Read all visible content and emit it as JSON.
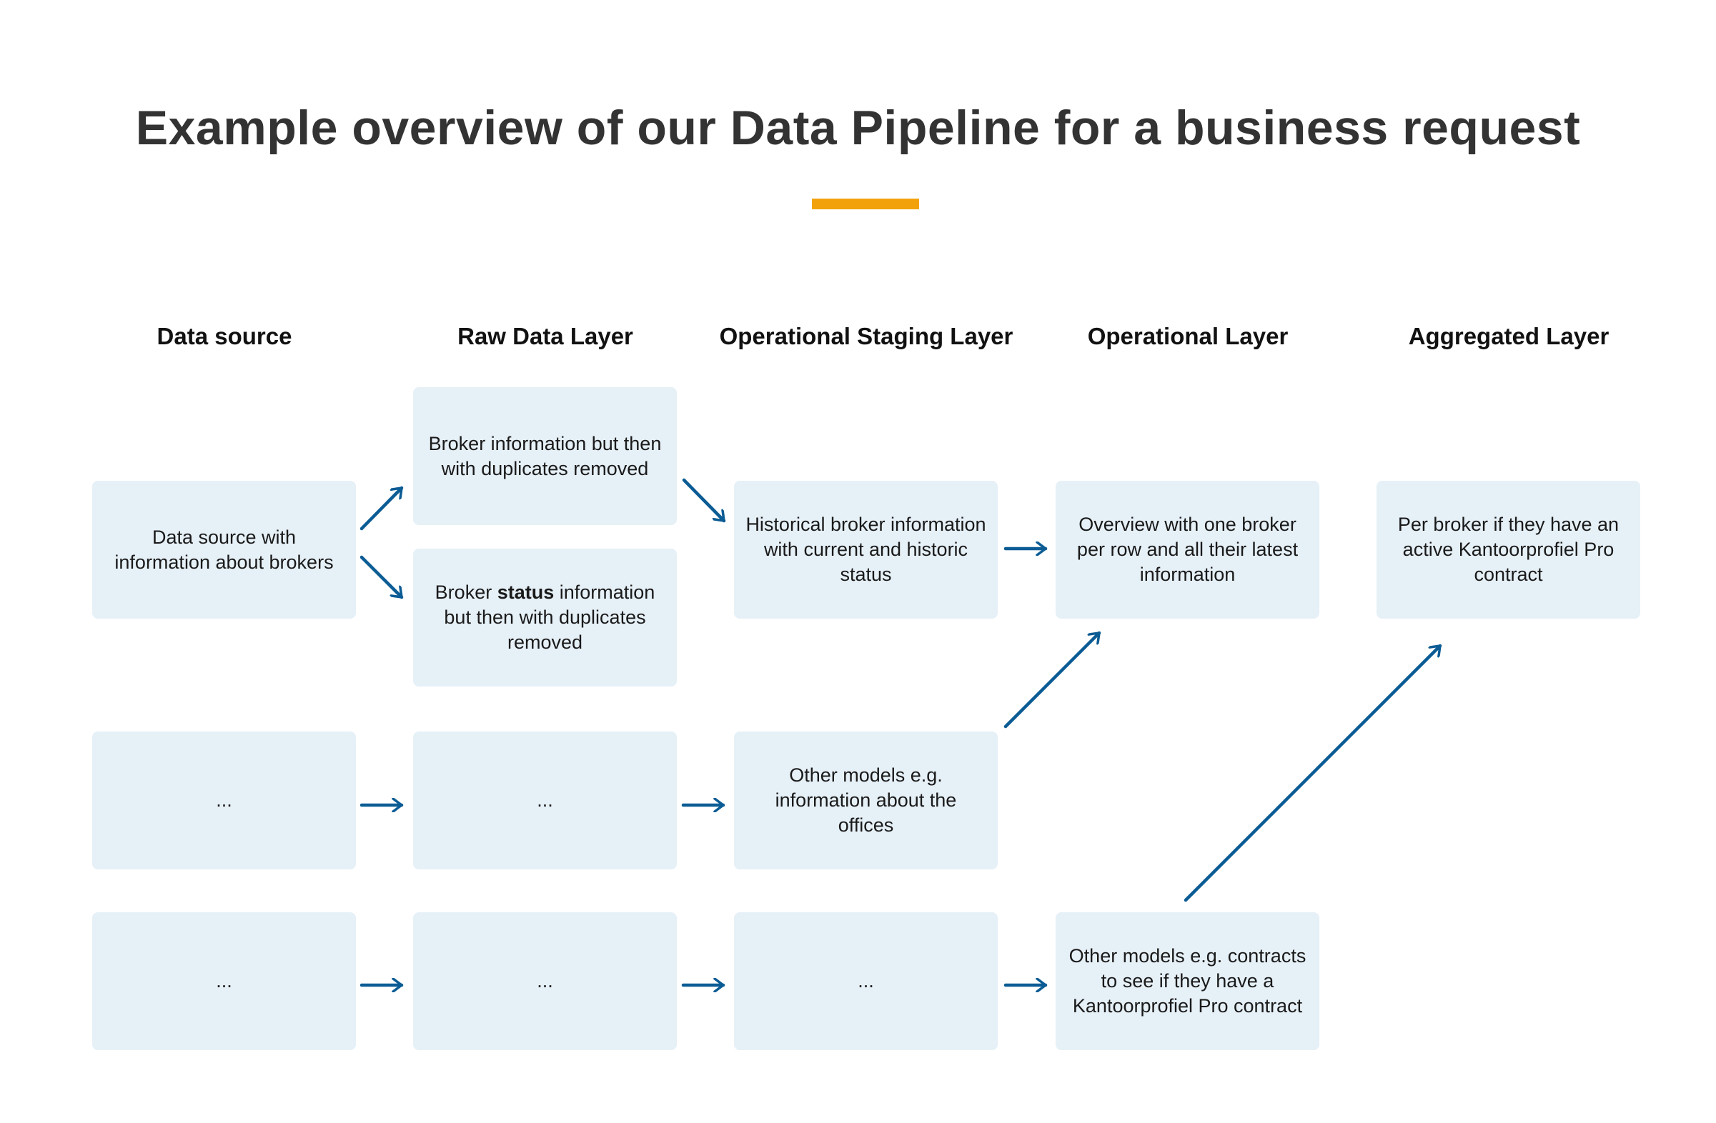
{
  "title": "Example overview of our Data Pipeline for a business request",
  "accent_color": "#f3a10a",
  "box_color": "#e6f0f7",
  "arrow_color": "#0b5c94",
  "columns": [
    "Data source",
    "Raw Data Layer",
    "Operational Staging Layer",
    "Operational Layer",
    "Aggregated Layer"
  ],
  "boxes": {
    "data_source_brokers": "Data source with information about brokers",
    "raw_broker_info": "Broker information but then with duplicates removed",
    "raw_broker_status_prefix": "Broker ",
    "raw_broker_status_bold": "status",
    "raw_broker_status_suffix": " information but then with duplicates removed",
    "staging_historical": "Historical broker information with current and historic status",
    "operational_overview": "Overview with one broker per row and all their latest information",
    "aggregated_contract": "Per broker if they have an active Kantoorprofiel Pro contract",
    "data_source_row2": "...",
    "raw_row2": "...",
    "staging_other_offices": "Other models e.g. information about the offices",
    "data_source_row3": "...",
    "raw_row3": "...",
    "staging_row3": "...",
    "operational_other_contracts": "Other models e.g. contracts to see if they have a Kantoorprofiel Pro contract"
  }
}
